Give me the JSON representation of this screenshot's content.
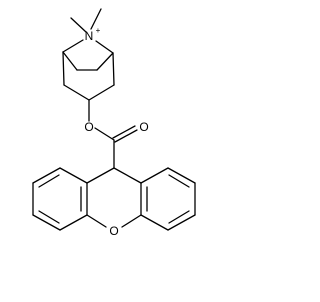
{
  "molecule": {
    "atom_labels": {
      "nitrogen": "N",
      "charge": "+",
      "ester_oxygen": "O",
      "carbonyl_oxygen": "O",
      "ring_oxygen": "O"
    }
  },
  "colors": {
    "bond": "#000000",
    "background": "#ffffff"
  }
}
